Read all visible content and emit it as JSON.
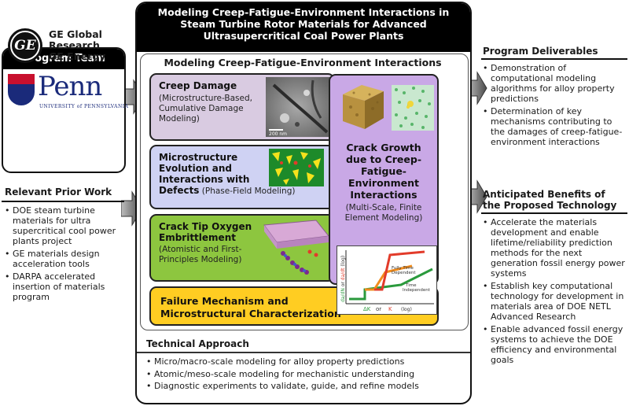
{
  "central": {
    "title_lines": [
      "Modeling  Creep-Fatigue-Environment Interactions in",
      "Steam Turbine Rotor Materials for Advanced",
      "Ultrasupercritical Coal Power Plants"
    ],
    "inner_title": "Modeling Creep-Fatigue-Environment Interactions"
  },
  "team": {
    "heading": "Program Team",
    "ge_logo_text": "GE",
    "ge_lines": [
      "GE Global",
      "Research",
      "GE Energy"
    ],
    "penn_word": "Penn",
    "penn_sub": "UNIVERSITY of PENNSYLVANIA"
  },
  "prior_work": {
    "heading": "Relevant Prior Work",
    "items": [
      "DOE steam turbine materials for ultra supercritical cool power plants project",
      "GE materials design acceleration tools",
      "DARPA accelerated insertion of materials program"
    ]
  },
  "cards": {
    "creep": {
      "title": "Creep Damage",
      "sub_lines": [
        "(Microstructure-Based,",
        "Cumulative Damage",
        "Modeling)"
      ],
      "scale_label": "200 nm"
    },
    "micro": {
      "title_lines": [
        "Microstructure",
        "Evolution and",
        "Interactions with"
      ],
      "last_bold": "Defects",
      "last_sub": " (Phase-Field Modeling)"
    },
    "oxy": {
      "title_lines": [
        "Crack Tip Oxygen",
        "Embrittlement"
      ],
      "sub_lines": [
        "(Atomistic and First-",
        "Principles Modeling)"
      ]
    },
    "crack": {
      "title_lines": [
        "Crack Growth",
        "due to Creep-",
        "Fatigue-",
        "Environment",
        "Interactions"
      ],
      "sub_lines": [
        "(Multi-Scale, Finite",
        "Element Modeling)"
      ]
    },
    "fail": {
      "title_lines": [
        "Failure Mechanism and",
        "Microstructural Characterization"
      ]
    }
  },
  "plot": {
    "ylabel_a": "da/dN",
    "ylabel_or": " or ",
    "ylabel_b": "da/dt",
    "ylabel_log": " (log)",
    "xlabel_a": "ΔK",
    "xlabel_or": "or",
    "xlabel_b": "K",
    "xlabel_log": "(log)",
    "label_time_dep": [
      "Fully Time",
      "Dependent"
    ],
    "label_time_indep": [
      "Time",
      "Independent"
    ],
    "colors": {
      "red": "#e8231c",
      "green": "#2a9a3c",
      "orange": "#f28c1c"
    }
  },
  "technical": {
    "heading": "Technical Approach",
    "items": [
      "Micro/macro-scale modeling for alloy property predictions",
      "Atomic/meso-scale modeling for mechanistic understanding",
      "Diagnostic experiments to validate, guide, and refine models"
    ]
  },
  "deliverables": {
    "heading": "Program Deliverables",
    "items": [
      "Demonstration of computational modeling algorithms for alloy property predictions",
      "Determination of key mechanisms contributing to the damages of creep-fatigue-environment interactions"
    ]
  },
  "benefits": {
    "heading_lines": [
      "Anticipated Benefits of",
      "the Proposed Technology"
    ],
    "items": [
      "Accelerate the materials development and enable lifetime/reliability prediction methods for the next generation fossil energy power systems",
      "Establish key computational technology for development in materials area of DOE NETL Advanced Research",
      "Enable advanced fossil energy systems to achieve the DOE efficiency and environmental goals"
    ]
  }
}
